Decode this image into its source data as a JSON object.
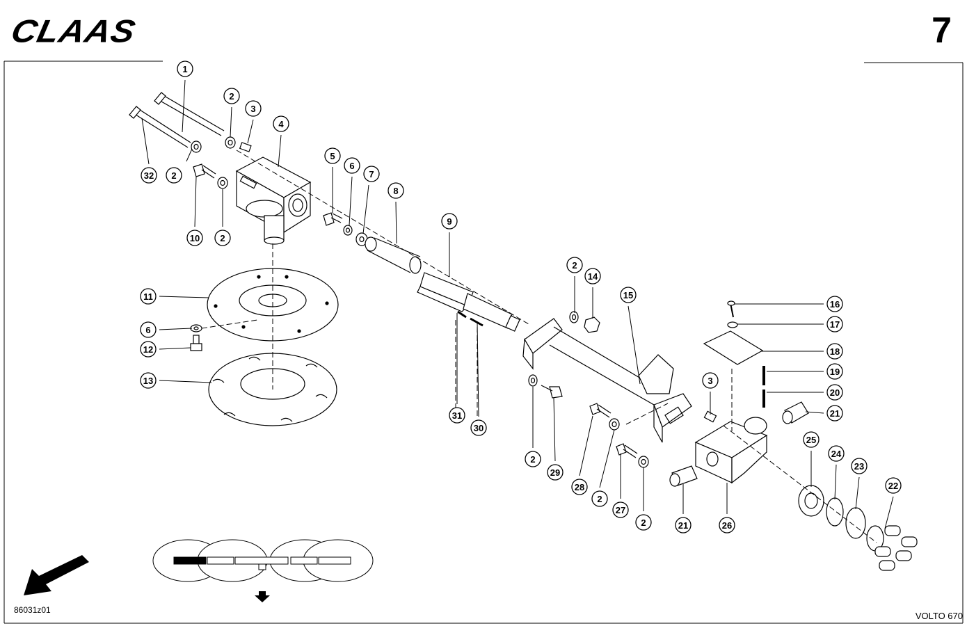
{
  "brand": "CLAAS",
  "page_number": "7",
  "drawing_id": "86031z01",
  "model": "VOLTO 670",
  "callouts": [
    {
      "label": "1"
    },
    {
      "label": "2"
    },
    {
      "label": "3"
    },
    {
      "label": "4"
    },
    {
      "label": "32"
    },
    {
      "label": "2"
    },
    {
      "label": "10"
    },
    {
      "label": "2"
    },
    {
      "label": "5"
    },
    {
      "label": "6"
    },
    {
      "label": "7"
    },
    {
      "label": "8"
    },
    {
      "label": "9"
    },
    {
      "label": "11"
    },
    {
      "label": "6"
    },
    {
      "label": "12"
    },
    {
      "label": "13"
    },
    {
      "label": "31"
    },
    {
      "label": "30"
    },
    {
      "label": "2"
    },
    {
      "label": "14"
    },
    {
      "label": "15"
    },
    {
      "label": "16"
    },
    {
      "label": "17"
    },
    {
      "label": "18"
    },
    {
      "label": "19"
    },
    {
      "label": "20"
    },
    {
      "label": "21"
    },
    {
      "label": "3"
    },
    {
      "label": "25"
    },
    {
      "label": "24"
    },
    {
      "label": "23"
    },
    {
      "label": "22"
    },
    {
      "label": "2"
    },
    {
      "label": "29"
    },
    {
      "label": "28"
    },
    {
      "label": "2"
    },
    {
      "label": "27"
    },
    {
      "label": "2"
    },
    {
      "label": "21"
    },
    {
      "label": "26"
    }
  ]
}
